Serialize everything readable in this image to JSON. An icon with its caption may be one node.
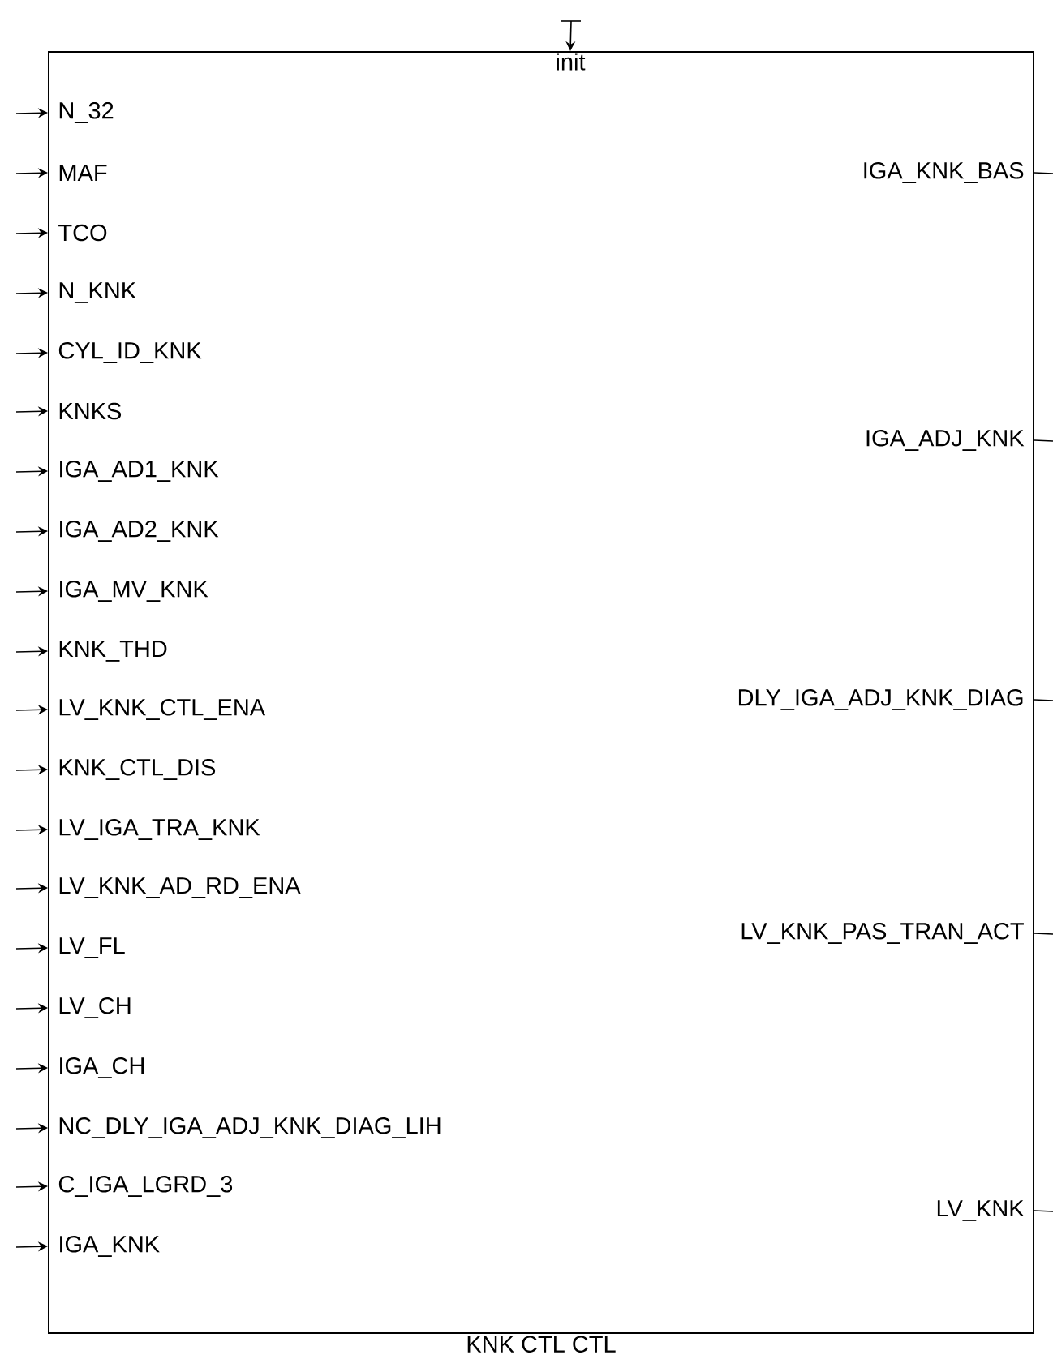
{
  "diagram": {
    "nodes": [
      {
        "text": [
          "KNK CTL CTL"
        ]
      },
      {
        "text": [
          "init"
        ],
        "in": 0
      },
      {
        "text": [
          "N_32"
        ],
        "in": 0
      },
      {
        "text": [
          "MAF"
        ],
        "in": 0
      },
      {
        "text": [
          "TCO"
        ],
        "in": 0
      },
      {
        "text": [
          "N_KNK"
        ],
        "in": 0
      },
      {
        "text": [
          "CYL_ID_KNK"
        ],
        "in": 0
      },
      {
        "text": [
          "KNKS"
        ],
        "in": 0
      },
      {
        "text": [
          "IGA_AD1_KNK"
        ],
        "in": 0
      },
      {
        "text": [
          "IGA_AD2_KNK"
        ],
        "in": 0
      },
      {
        "text": [
          "IGA_MV_KNK"
        ],
        "in": 0
      },
      {
        "text": [
          "KNK_THD"
        ],
        "in": 0
      },
      {
        "text": [
          "LV_KNK_CTL_ENA"
        ],
        "in": 0
      },
      {
        "text": [
          "KNK_CTL_DIS"
        ],
        "in": 0
      },
      {
        "text": [
          "LV_IGA_TRA_KNK"
        ],
        "in": 0
      },
      {
        "text": [
          "LV_KNK_AD_RD_ENA"
        ],
        "in": 0
      },
      {
        "text": [
          "LV_FL"
        ],
        "in": 0
      },
      {
        "text": [
          "LV_CH"
        ],
        "in": 0
      },
      {
        "text": [
          "IGA_CH"
        ],
        "in": 0
      },
      {
        "text": [
          "NC_DLY_IGA_ADJ_KNK_DIAG_LIH"
        ],
        "in": 0
      },
      {
        "text": [
          "C_IGA_LGRD_3"
        ],
        "in": 0
      },
      {
        "text": [
          "IGA_KNK"
        ],
        "in": 0
      },
      {
        "text": [
          "IGA_KNK_BAS"
        ],
        "in": 0
      },
      {
        "text": [
          "IGA_ADJ_KNK"
        ],
        "in": 0
      },
      {
        "text": [
          "DLY_IGA_ADJ_KNK_DIAG"
        ],
        "in": 0
      },
      {
        "text": [
          "LV_KNK_PAS_TRAN_ACT"
        ],
        "in": 0
      },
      {
        "text": [
          "LV_KNK"
        ],
        "in": 0
      }
    ],
    "edges": [
      {
        "from": null,
        "to": 1,
        "arrow": "to"
      },
      {
        "from": null,
        "to": 2,
        "arrow": "to"
      },
      {
        "from": null,
        "to": 3,
        "arrow": "to"
      },
      {
        "from": null,
        "to": 4,
        "arrow": "to"
      },
      {
        "from": null,
        "to": 5,
        "arrow": "to"
      },
      {
        "from": null,
        "to": 6,
        "arrow": "to"
      },
      {
        "from": null,
        "to": 7,
        "arrow": "to"
      },
      {
        "from": null,
        "to": 8,
        "arrow": "to"
      },
      {
        "from": null,
        "to": 9,
        "arrow": "to"
      },
      {
        "from": null,
        "to": 10,
        "arrow": "to"
      },
      {
        "from": null,
        "to": 11,
        "arrow": "to"
      },
      {
        "from": null,
        "to": 12,
        "arrow": "to"
      },
      {
        "from": null,
        "to": 13,
        "arrow": "to"
      },
      {
        "from": null,
        "to": 14,
        "arrow": "to"
      },
      {
        "from": null,
        "to": 15,
        "arrow": "to"
      },
      {
        "from": null,
        "to": 16,
        "arrow": "to"
      },
      {
        "from": null,
        "to": 17,
        "arrow": "to"
      },
      {
        "from": null,
        "to": 18,
        "arrow": "to"
      },
      {
        "from": null,
        "to": 19,
        "arrow": "to"
      },
      {
        "from": null,
        "to": 20,
        "arrow": "to"
      },
      {
        "from": null,
        "to": 21,
        "arrow": "to"
      },
      {
        "from": 22,
        "to": null,
        "arrow": "none"
      },
      {
        "from": 23,
        "to": null,
        "arrow": "none"
      },
      {
        "from": 24,
        "to": null,
        "arrow": "none"
      },
      {
        "from": 25,
        "to": null,
        "arrow": "none"
      },
      {
        "from": 26,
        "to": null,
        "arrow": "none"
      }
    ]
  }
}
